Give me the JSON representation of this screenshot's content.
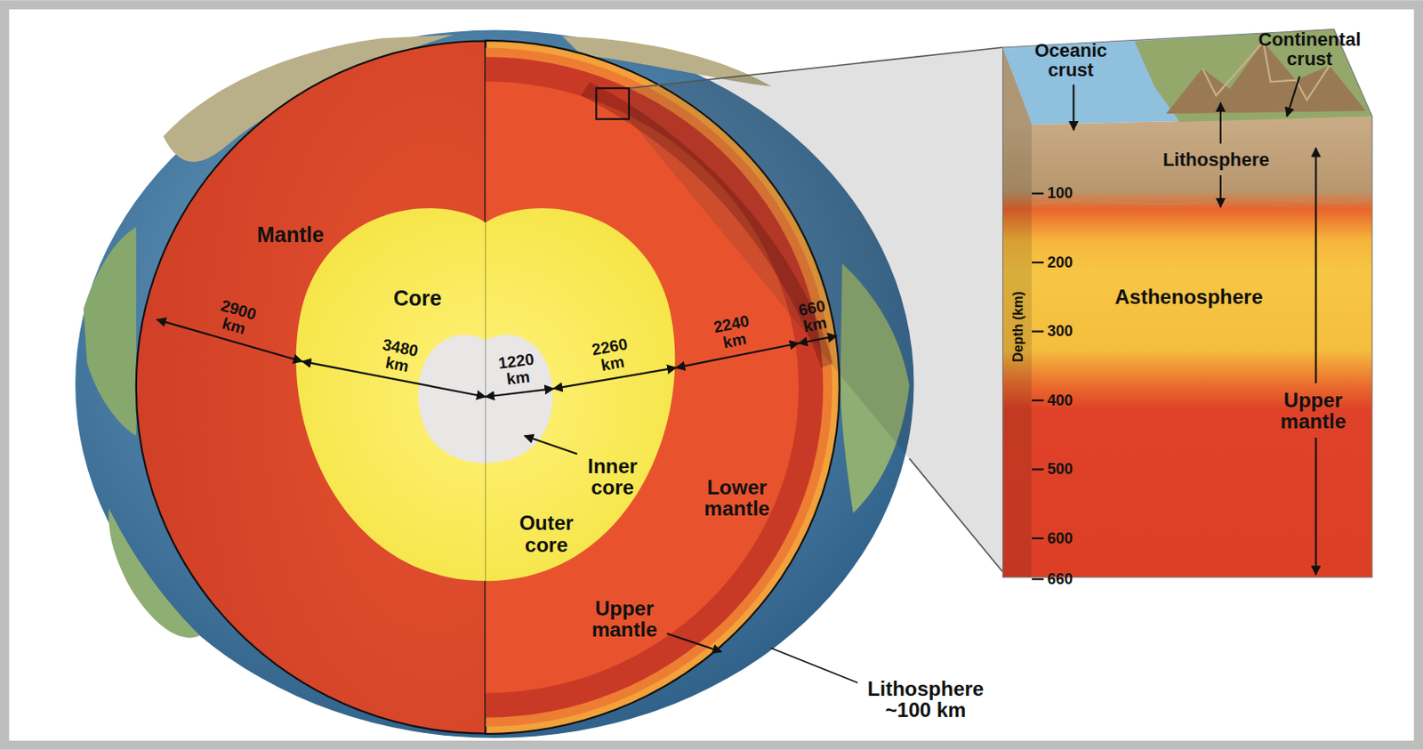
{
  "diagram": {
    "labels": [
      "Mantle",
      "Core",
      "2900 km",
      "3480 km",
      "1220 km",
      "2260 km",
      "2240 km",
      "660 km",
      "Inner core",
      "Outer core",
      "Lower mantle",
      "Upper mantle",
      "Lithosphere ~100 km",
      "Oceanic crust",
      "Continental crust",
      "Lithosphere",
      "Asthenosphere",
      "Upper mantle",
      "Depth (km)",
      "100",
      "200",
      "300",
      "400",
      "500",
      "600",
      "660"
    ]
  }
}
